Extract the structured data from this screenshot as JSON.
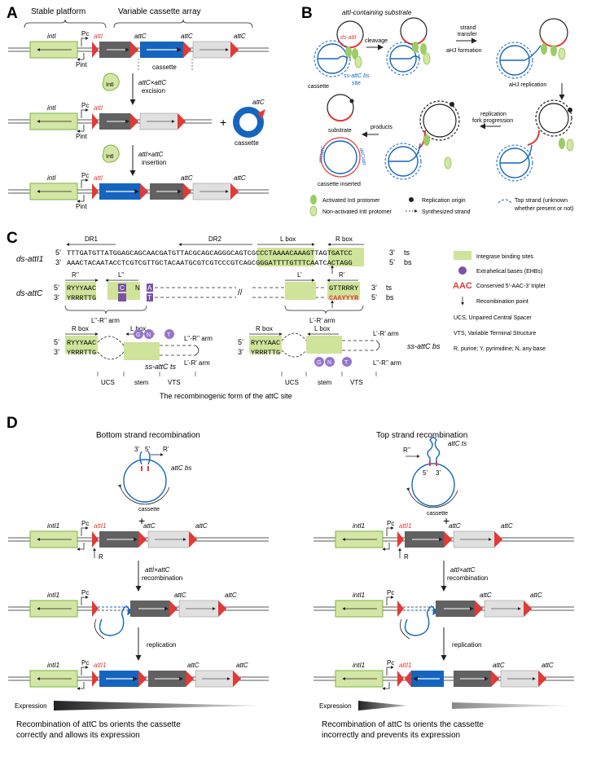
{
  "panels": {
    "A": "A",
    "B": "B",
    "C": "C",
    "D": "D"
  },
  "panel_a": {
    "stable_platform": "Stable platform",
    "variable_array": "Variable cassette array",
    "intI": "intI",
    "Pc": "Pc",
    "attI": "attI",
    "attC": "attC",
    "Pint": "Pint",
    "IntI": "IntI",
    "cassette": "cassette",
    "excision_1": "attC×attC",
    "excision_2": "excision",
    "insertion_1": "attI×attC",
    "insertion_2": "insertion",
    "plus": "+"
  },
  "panel_b": {
    "attI_substrate": "attI-containing substrate",
    "cleavage": "cleavage",
    "strand_transfer_1": "strand",
    "strand_transfer_2": "transfer",
    "ahj_formation": "aHJ formation",
    "ahj_replication": "aHJ replication",
    "replication_fork_1": "replication",
    "replication_fork_2": "fork progression",
    "products": "products",
    "ds_attI": "ds-attI",
    "cassette": "cassette",
    "ss_attC_bs_1": "ss-attC bs",
    "ss_attC_bs_2": "site",
    "substrate": "substrate",
    "cassette_inserted": "cassette inserted",
    "attI_attC": "attI/attC",
    "attC_attI": "attC/attI",
    "legend": {
      "activated": "Activated IntI protomer",
      "non_activated": "Non-activated IntI protomer",
      "origin": "Replication origin",
      "synthesized": "Synthesized strand",
      "top_strand_1": "Top strand (unknown",
      "top_strand_2": "whether present or not)"
    }
  },
  "panel_c": {
    "ds_attI1": "ds-attI1",
    "ds_attC": "ds-attC",
    "ss_attC_ts": "ss-attC ts",
    "ss_attC_bs": "ss-attC bs",
    "DR1": "DR1",
    "DR2": "DR2",
    "L_box": "L box",
    "R_box": "R box",
    "seq_top": "TTTGATGTTATGGAGCAGCAACGATGTTACGCAGCAGGGCAGTCGCCCTAAAACAAAGTTAGTGATCC",
    "seq_bot": "AAACTACAATACCTCGTCGTTGCTACAATGCGTCGTCCCGTCAGCGGGATTTTGTTTCAATCACTAGG",
    "five": "5’",
    "three": "3’",
    "ts": "ts",
    "bs": "bs",
    "R_dprime": "R’’",
    "L_dprime": "L’’",
    "L_prime": "L’",
    "R_prime": "R’",
    "attC_top_left": "RYYYAAC",
    "attC_top_right": "GTTRRRY",
    "attC_bot_left": "YRRRTTG",
    "attC_bot_right": "CAAYYYR",
    "base_C": "C",
    "base_N": "N",
    "base_A": "A",
    "base_G": "G",
    "base_T": "T",
    "slash": "//",
    "arm_left": "L’’-R’’ arm",
    "arm_right": "L’-R’ arm",
    "UCS": "UCS",
    "stem": "stem",
    "VTS": "VTS",
    "caption": "The recombinogenic form of the attC site",
    "legend": {
      "ibs": "Integrase binding sites",
      "ehb": "Extrahelical bases (EHBs)",
      "aac_sym": "AAC",
      "aac": "Conserved 5’-AAC-3’ triplet",
      "recomb": "Recombination point",
      "ucs": "UCS, Unpaired Central Spacer",
      "vts": "VTS, Variable Terminal Structure",
      "rynote": "R, purine; Y, pyrimidine; N, any base"
    }
  },
  "panel_d": {
    "left_title": "Bottom strand recombination",
    "right_title": "Top strand recombination",
    "intI1": "intI1",
    "attI1": "attI1",
    "attC": "attC",
    "Pc": "Pc",
    "R": "R",
    "R_prime": "R’",
    "R_dprime": "R’’",
    "attC_bs": "attC bs",
    "attC_ts": "attC ts",
    "cassette": "cassette",
    "recomb_1": "attI×attC",
    "recomb_2": "recombination",
    "replication": "replication",
    "expression": "Expression",
    "plus": "+",
    "left_note_1": "Recombination of attC bs orients the cassette",
    "left_note_2": "correctly and allows its expression",
    "right_note_1": "Recombination of attC ts orients the cassette",
    "right_note_2": "incorrectly and prevents its expression"
  },
  "colors": {
    "green_fill": "#d4e6a5",
    "green_edge": "#7cb342",
    "red": "#e53935",
    "blue": "#1565c0",
    "dark_gray": "#616161",
    "light_gray": "#e0e0e0",
    "purple": "#7b52a6",
    "highlight": "#cfe39a"
  }
}
